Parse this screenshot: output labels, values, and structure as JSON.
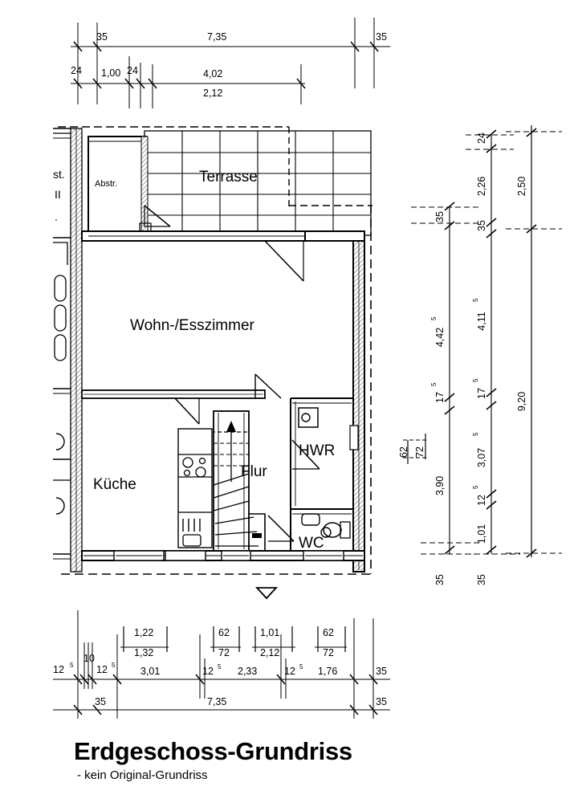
{
  "document": {
    "title": "Erdgeschoss-Grundriss",
    "subtitle": "- kein Original-Grundriss",
    "drawing_type": "architectural-floor-plan",
    "units": "meters (m), centimeters without comma"
  },
  "rooms": [
    {
      "id": "terrasse",
      "label": "Terrasse"
    },
    {
      "id": "abstr",
      "label": "Abstr."
    },
    {
      "id": "wohn_esszimmer",
      "label": "Wohn-/Esszimmer"
    },
    {
      "id": "kueche",
      "label": "Küche"
    },
    {
      "id": "flur",
      "label": "Flur"
    },
    {
      "id": "hwr",
      "label": "HWR"
    },
    {
      "id": "wc",
      "label": "WC"
    }
  ],
  "neighbor_fragment": {
    "label_1": "st.",
    "label_2": "II",
    "label_3": "."
  },
  "dimensions": {
    "top_chain_outer": [
      {
        "value": "35"
      },
      {
        "value": "7,35"
      },
      {
        "value": "35"
      }
    ],
    "top_chain_inner": [
      {
        "value": "24"
      },
      {
        "value": "1,00"
      },
      {
        "value": "24"
      },
      {
        "value": "4,02"
      }
    ],
    "top_chain_opening": [
      {
        "value": "2,12"
      }
    ],
    "right_chain_outer": [
      {
        "value": "2,50"
      },
      {
        "value": "9,20"
      }
    ],
    "right_chain_middle": [
      {
        "value": "24"
      },
      {
        "value": "2,26"
      },
      {
        "value": "35"
      },
      {
        "value": "4,11",
        "sup": "5"
      },
      {
        "value": "17",
        "sup": "5"
      },
      {
        "value": "3,07",
        "sup": "5"
      },
      {
        "value": "12",
        "sup": "5"
      },
      {
        "value": "1,01"
      },
      {
        "value": "35"
      }
    ],
    "right_chain_inner": [
      {
        "value": "35"
      },
      {
        "value": "4,42",
        "sup": "5"
      },
      {
        "value": "17",
        "sup": "5"
      },
      {
        "value": "3,90"
      },
      {
        "value": "35"
      }
    ],
    "right_window": [
      {
        "value": "62"
      },
      {
        "value": "72"
      }
    ],
    "bottom_chain_openings": [
      {
        "value": "1,22"
      },
      {
        "value": "1,32"
      },
      {
        "value": "62"
      },
      {
        "value": "72"
      },
      {
        "value": "1,01"
      },
      {
        "value": "2,12"
      },
      {
        "value": "62"
      },
      {
        "value": "72"
      }
    ],
    "bottom_chain_inner": [
      {
        "value": "12",
        "sup": "5"
      },
      {
        "value": "10"
      },
      {
        "value": "12",
        "sup": "5"
      },
      {
        "value": "3,01"
      },
      {
        "value": "12",
        "sup": "5"
      },
      {
        "value": "2,33"
      },
      {
        "value": "12",
        "sup": "5"
      },
      {
        "value": "1,76"
      },
      {
        "value": "35"
      }
    ],
    "bottom_chain_outer": [
      {
        "value": "35"
      },
      {
        "value": "7,35"
      },
      {
        "value": "35"
      }
    ]
  },
  "markers": {
    "north_triangle": "entrance-direction-triangle"
  },
  "colors": {
    "line": "#000000",
    "background": "#ffffff",
    "hatch": "#9a9a9a"
  }
}
